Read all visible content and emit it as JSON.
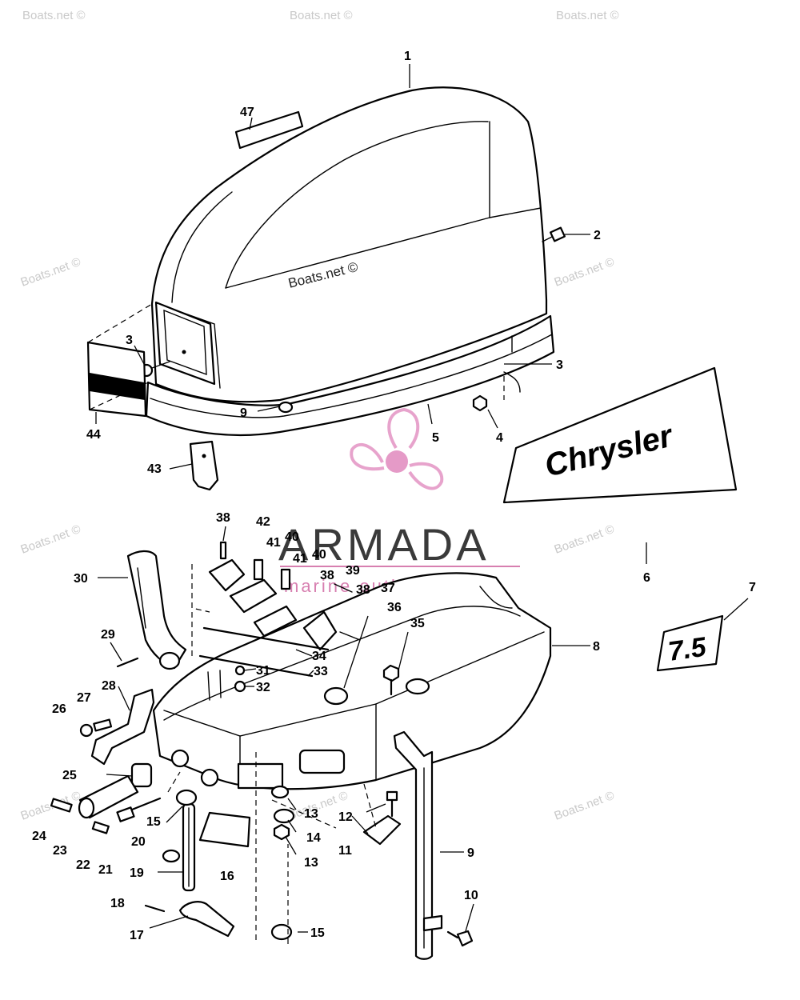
{
  "watermark": {
    "text": "Boats.net ©",
    "logo_name": "ARMADA",
    "logo_sub": "marine outboards",
    "logo_color": "#e59ac7"
  },
  "decal_brand": "Chrysler",
  "decal_hp": "7.5",
  "labels": {
    "l1": "1",
    "l2": "2",
    "l3a": "3",
    "l3b": "3",
    "l4": "4",
    "l5": "5",
    "l6": "6",
    "l7": "7",
    "l8": "8",
    "l9a": "9",
    "l9b": "9",
    "l10": "10",
    "l11": "11",
    "l12": "12",
    "l13a": "13",
    "l13b": "13",
    "l14": "14",
    "l15a": "15",
    "l15b": "15",
    "l16": "16",
    "l17": "17",
    "l18": "18",
    "l19": "19",
    "l20": "20",
    "l21": "21",
    "l22": "22",
    "l23": "23",
    "l24": "24",
    "l25": "25",
    "l26": "26",
    "l27": "27",
    "l28": "28",
    "l29": "29",
    "l30": "30",
    "l31": "31",
    "l32": "32",
    "l33": "33",
    "l34": "34",
    "l35": "35",
    "l36": "36",
    "l37": "37",
    "l38a": "38",
    "l38b": "38",
    "l38c": "38",
    "l39": "39",
    "l40a": "40",
    "l40b": "40",
    "l41a": "41",
    "l41b": "41",
    "l42": "42",
    "l43": "43",
    "l44": "44",
    "l47": "47"
  }
}
